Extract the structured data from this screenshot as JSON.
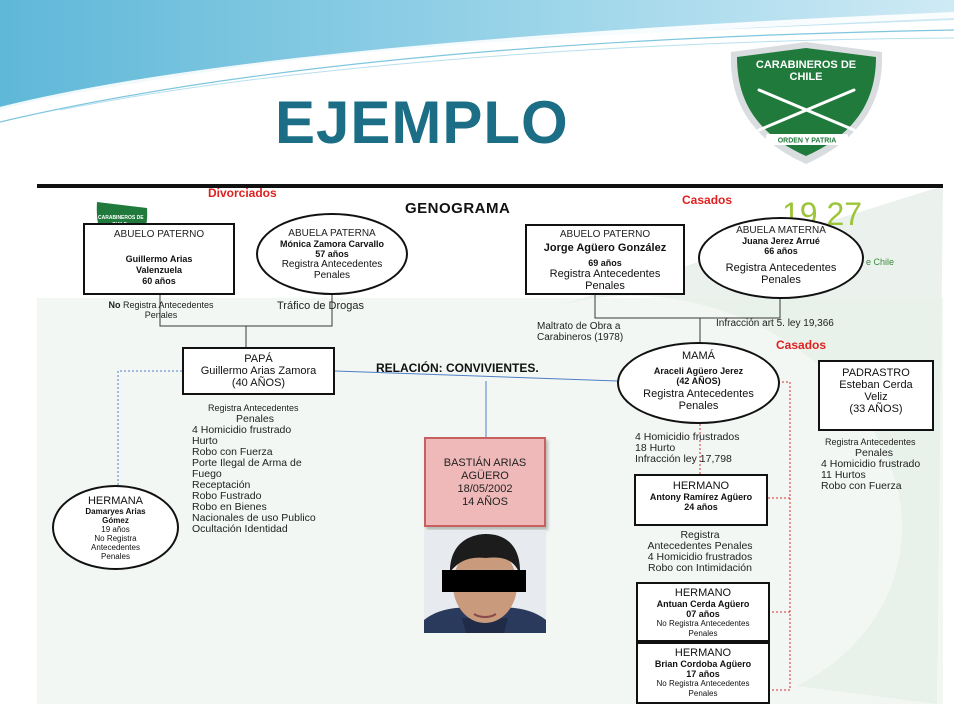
{
  "title": "EJEMPLO",
  "logo": {
    "lines": [
      "CARABINEROS DE",
      "CHILE"
    ],
    "motto": "ORDEN Y PATRIA",
    "colors": {
      "shield": "#1f7a3b",
      "border": "#d9dde0"
    }
  },
  "bg_years": "19 27",
  "bg_brand": "e Chile",
  "genograma_title": "GENOGRAMA",
  "labels": {
    "divorciados": "Divorciados",
    "casados_top": "Casados",
    "casados_mid": "Casados",
    "relacion": "RELACIÓN: CONVIVIENTES.",
    "trafico": "Tráfico de Drogas",
    "maltrato": "Maltrato de Obra a Carabineros (1978)",
    "infraccion_top": "Infracción art 5. ley 19,366"
  },
  "abuelo_paterno_1": {
    "role": "ABUELO PATERNO",
    "name": "Guillermo Arias Valenzuela",
    "age": "60 años"
  },
  "abuelo_paterno_1_note": {
    "bold": "No",
    "text": " Registra Antecedentes Penales"
  },
  "abuela_paterna": {
    "role": "ABUELA PATERNA",
    "name": "Mónica Zamora Carvallo",
    "age": "57 años",
    "note": "Registra Antecedentes Penales"
  },
  "abuelo_paterno_2": {
    "role": "ABUELO PATERNO",
    "name": "Jorge Agüero González",
    "age": "69 años",
    "note": "Registra Antecedentes Penales"
  },
  "abuela_materna": {
    "role": "ABUELA MATERNA",
    "name": "Juana Jerez Arrué",
    "age": "66 años",
    "note": "Registra Antecedentes Penales"
  },
  "papa": {
    "role": "PAPÁ",
    "name": "Guillermo Arias Zamora",
    "age": "(40 AÑOS)"
  },
  "papa_record": [
    "Registra Antecedentes",
    "Penales",
    "4 Homicidio frustrado",
    "Hurto",
    "Robo con Fuerza",
    "Porte Ilegal de Arma de",
    "Fuego",
    "Receptación",
    "Robo Fustrado",
    "Robo en Bienes",
    "Nacionales de uso Publico",
    "Ocultación Identidad"
  ],
  "mama": {
    "role": "MAMÁ",
    "name": "Araceli Agüero Jerez",
    "age": "(42 AÑOS)",
    "note": "Registra Antecedentes Penales"
  },
  "mama_record": [
    "4 Homicidio frustrados",
    "18 Hurto",
    "Infracción ley 17,798"
  ],
  "padrastro": {
    "role": "PADRASTRO",
    "name": "Esteban Cerda Veliz",
    "age": "(33 AÑOS)"
  },
  "padrastro_record": [
    "Registra Antecedentes",
    "Penales",
    "4 Homicidio frustrado",
    "11 Hurtos",
    "Robo con Fuerza"
  ],
  "hermana": {
    "role": "HERMANA",
    "name": "Damaryes Arias Gómez",
    "age": "19 años",
    "note": "No Registra Antecedentes Penales"
  },
  "bastian": {
    "name": "BASTIÁN ARIAS AGÜERO",
    "date": "18/05/2002",
    "age": "14 AÑOS"
  },
  "hermano_1": {
    "role": "HERMANO",
    "name": "Antony Ramírez Agüero",
    "age": "24 años"
  },
  "hermano_1_record": [
    "Registra",
    "Antecedentes Penales",
    "4 Homicidio frustrados",
    "Robo con Intimidación"
  ],
  "hermano_2": {
    "role": "HERMANO",
    "name": "Antuan Cerda Agüero",
    "age": "07 años",
    "note": "No Registra Antecedentes Penales"
  },
  "hermano_3": {
    "role": "HERMANO",
    "name": "Brian Cordoba Agüero",
    "age": "17 años",
    "note": "No Registra Antecedentes Penales"
  }
}
